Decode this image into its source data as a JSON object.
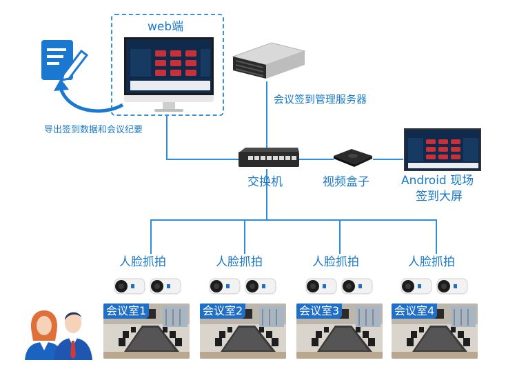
{
  "web": {
    "label": "web端"
  },
  "server": {
    "label": "会议签到管理服务器"
  },
  "export": {
    "label": "导出签到数据和会议纪要"
  },
  "switch": {
    "label": "交换机"
  },
  "box": {
    "label": "视频盒子"
  },
  "android": {
    "line1": "Android 现场",
    "line2": "签到大屏"
  },
  "capture_labels": [
    "人脸抓拍",
    "人脸抓拍",
    "人脸抓拍",
    "人脸抓拍"
  ],
  "rooms": [
    "会议室1",
    "会议室2",
    "会议室3",
    "会议室4"
  ],
  "colors": {
    "line": "#2a8ee0",
    "text": "#1a78c9",
    "room_tag": "#1f6fc6",
    "dashed": "#3b8fd8"
  },
  "icons": [
    "document-pen-icon",
    "arrow-icon",
    "camera-icon",
    "people-icon"
  ]
}
